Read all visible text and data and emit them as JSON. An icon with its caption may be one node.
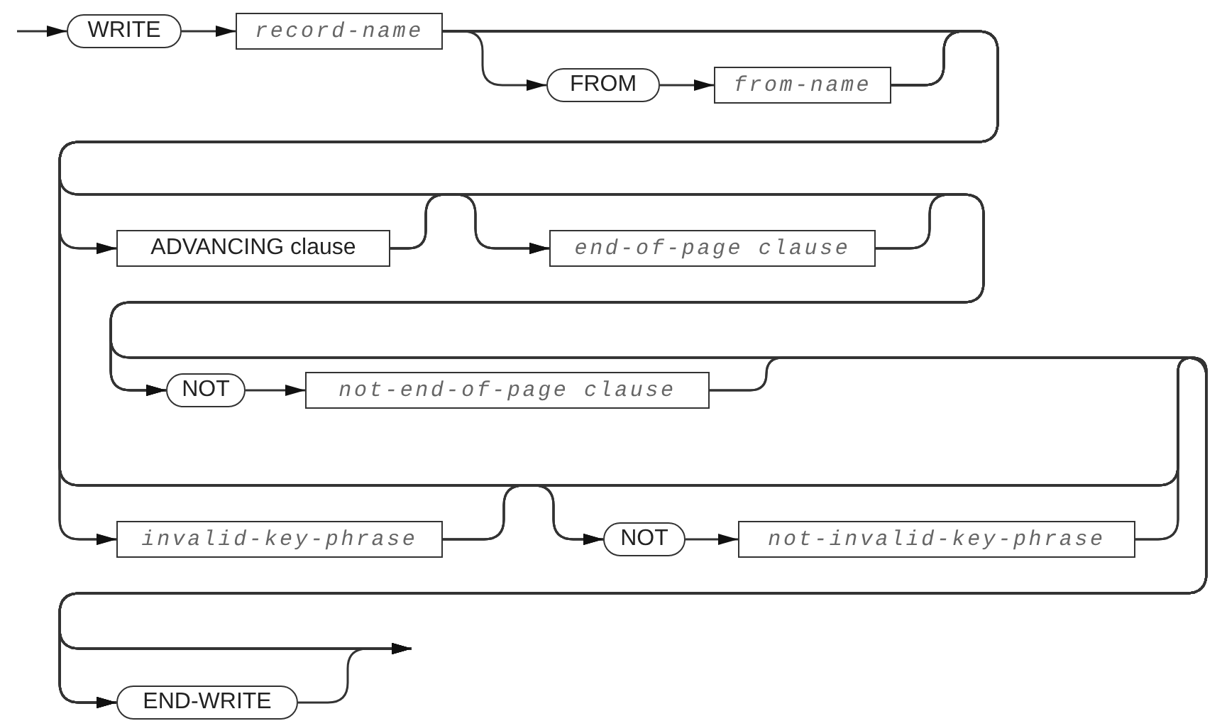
{
  "diagram": {
    "nodes": [
      {
        "text": [
          "WRITE"
        ]
      },
      {
        "text": [
          "record-name"
        ]
      },
      {
        "text": [
          "FROM"
        ]
      },
      {
        "text": [
          "from-name"
        ]
      },
      {
        "text": [
          "ADVANCING clause"
        ]
      },
      {
        "text": [
          "end-of-page clause"
        ]
      },
      {
        "text": [
          "NOT"
        ]
      },
      {
        "text": [
          "not-end-of-page clause"
        ]
      },
      {
        "text": [
          "invalid-key-phrase"
        ]
      },
      {
        "text": [
          "NOT"
        ]
      },
      {
        "text": [
          "not-invalid-key-phrase"
        ]
      },
      {
        "text": [
          "END-WRITE"
        ]
      }
    ],
    "edges": [
      {
        "from": null,
        "to": 0,
        "arrow": "to"
      },
      {
        "from": 0,
        "to": 1,
        "arrow": "to"
      },
      {
        "from": 1,
        "to": 2,
        "arrow": "to"
      },
      {
        "from": 2,
        "to": 3,
        "arrow": "to"
      },
      {
        "from": 1,
        "to": 4,
        "arrow": "to"
      },
      {
        "from": 1,
        "to": 5,
        "arrow": "to"
      },
      {
        "from": 1,
        "to": 6,
        "arrow": "to"
      },
      {
        "from": 1,
        "to": 8,
        "arrow": "to"
      },
      {
        "from": 1,
        "to": 9,
        "arrow": "to"
      },
      {
        "from": 1,
        "to": 11,
        "arrow": "to"
      },
      {
        "from": 1,
        "to": null,
        "arrow": "to"
      },
      {
        "from": 3,
        "to": 4,
        "arrow": "to"
      },
      {
        "from": 3,
        "to": 5,
        "arrow": "to"
      },
      {
        "from": 3,
        "to": 6,
        "arrow": "to"
      },
      {
        "from": 3,
        "to": 8,
        "arrow": "to"
      },
      {
        "from": 3,
        "to": 9,
        "arrow": "to"
      },
      {
        "from": 3,
        "to": 11,
        "arrow": "to"
      },
      {
        "from": 3,
        "to": null,
        "arrow": "to"
      },
      {
        "from": 4,
        "to": 5,
        "arrow": "to"
      },
      {
        "from": 4,
        "to": 6,
        "arrow": "to"
      },
      {
        "from": 4,
        "to": 11,
        "arrow": "to"
      },
      {
        "from": 4,
        "to": null,
        "arrow": "to"
      },
      {
        "from": 5,
        "to": 6,
        "arrow": "to"
      },
      {
        "from": 5,
        "to": 11,
        "arrow": "to"
      },
      {
        "from": 5,
        "to": null,
        "arrow": "to"
      },
      {
        "from": 6,
        "to": 7,
        "arrow": "to"
      },
      {
        "from": 7,
        "to": 11,
        "arrow": "to"
      },
      {
        "from": 7,
        "to": null,
        "arrow": "to"
      },
      {
        "from": 8,
        "to": 9,
        "arrow": "to"
      },
      {
        "from": 8,
        "to": 11,
        "arrow": "to"
      },
      {
        "from": 8,
        "to": null,
        "arrow": "to"
      },
      {
        "from": 9,
        "to": 10,
        "arrow": "to"
      },
      {
        "from": 10,
        "to": 11,
        "arrow": "to"
      },
      {
        "from": 10,
        "to": null,
        "arrow": "to"
      },
      {
        "from": 11,
        "to": null,
        "arrow": "to"
      }
    ]
  }
}
